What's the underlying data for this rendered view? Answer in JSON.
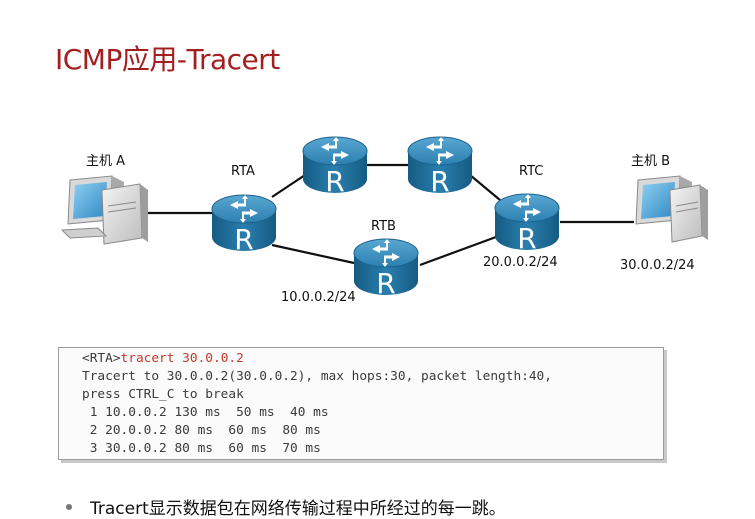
{
  "title": "ICMP应用-Tracert",
  "diagram": {
    "host_a": {
      "label": "主机 A"
    },
    "host_b": {
      "label": "主机 B",
      "ip": "30.0.0.2/24"
    },
    "rta": {
      "label": "RTA"
    },
    "rtb": {
      "label": "RTB",
      "ip": "10.0.0.2/24"
    },
    "rtc": {
      "label": "RTC",
      "ip": "20.0.0.2/24"
    },
    "router_glyph": "R"
  },
  "terminal": {
    "prompt": "<RTA>",
    "command": "tracert 30.0.0.2",
    "lines": [
      "Tracert to 30.0.0.2(30.0.0.2), max hops:30, packet length:40,",
      "press CTRL_C to break",
      " 1 10.0.0.2 130 ms  50 ms  40 ms",
      " 2 20.0.0.2 80 ms  60 ms  80 ms",
      " 3 30.0.0.2 80 ms  60 ms  70 ms"
    ]
  },
  "bullet": "Tracert显示数据包在网络传输过程中所经过的每一跳。",
  "colors": {
    "title": "#a31f1f",
    "router": "#1e6c97",
    "command": "#c23a2b"
  }
}
